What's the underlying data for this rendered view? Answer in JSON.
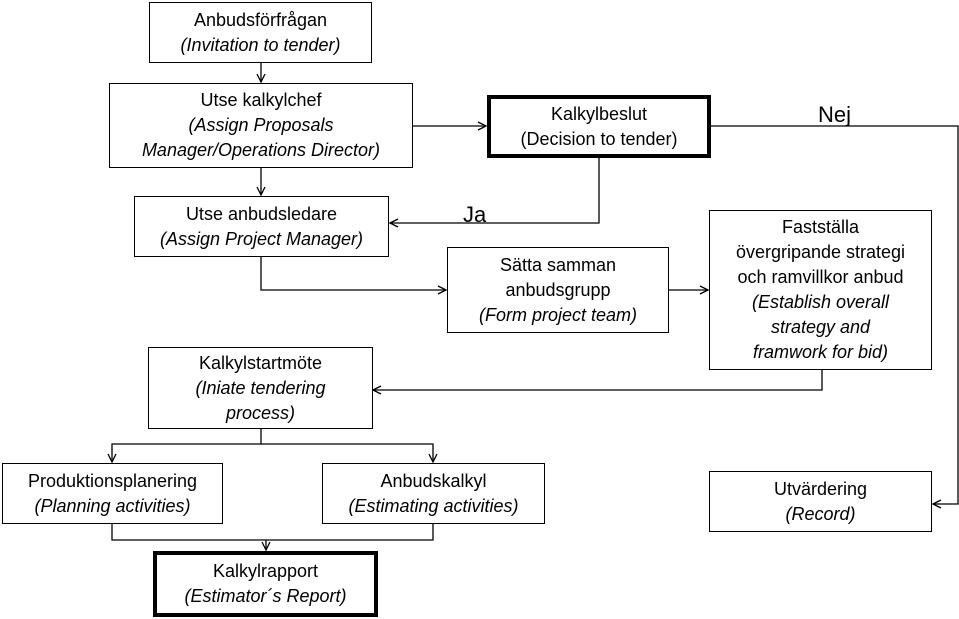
{
  "nodes": {
    "invitation": {
      "sv": "Anbudsförfrågan",
      "en": "(Invitation to tender)"
    },
    "assign_pm": {
      "sv": "Utse kalkylchef",
      "en1": "(Assign Proposals",
      "en2": "Manager/Operations Director)"
    },
    "decision": {
      "sv": "Kalkylbeslut",
      "en": "(Decision to tender)"
    },
    "assign_proj": {
      "sv": "Utse anbudsledare",
      "en": "(Assign Project Manager)"
    },
    "form_team": {
      "sv1": "Sätta samman",
      "sv2": "anbudsgrupp",
      "en": "(Form project team)"
    },
    "strategy": {
      "sv1": "Fastställa",
      "sv2": "övergripande strategi",
      "sv3": "och ramvillkor anbud",
      "en1": "(Establish overall",
      "en2": "strategy and",
      "en3": "framwork for bid)"
    },
    "kickoff": {
      "sv": "Kalkylstartmöte",
      "en1": "(Iniate tendering",
      "en2": "process)"
    },
    "planning": {
      "sv": "Produktionsplanering",
      "en": "(Planning activities)"
    },
    "estimating": {
      "sv": "Anbudskalkyl",
      "en": "(Estimating activities)"
    },
    "record": {
      "sv": "Utvärdering",
      "en": "(Record)"
    },
    "report": {
      "sv": "Kalkylrapport",
      "en": "(Estimator´s Report)"
    }
  },
  "edge_labels": {
    "no": "Nej",
    "yes": "Ja"
  }
}
